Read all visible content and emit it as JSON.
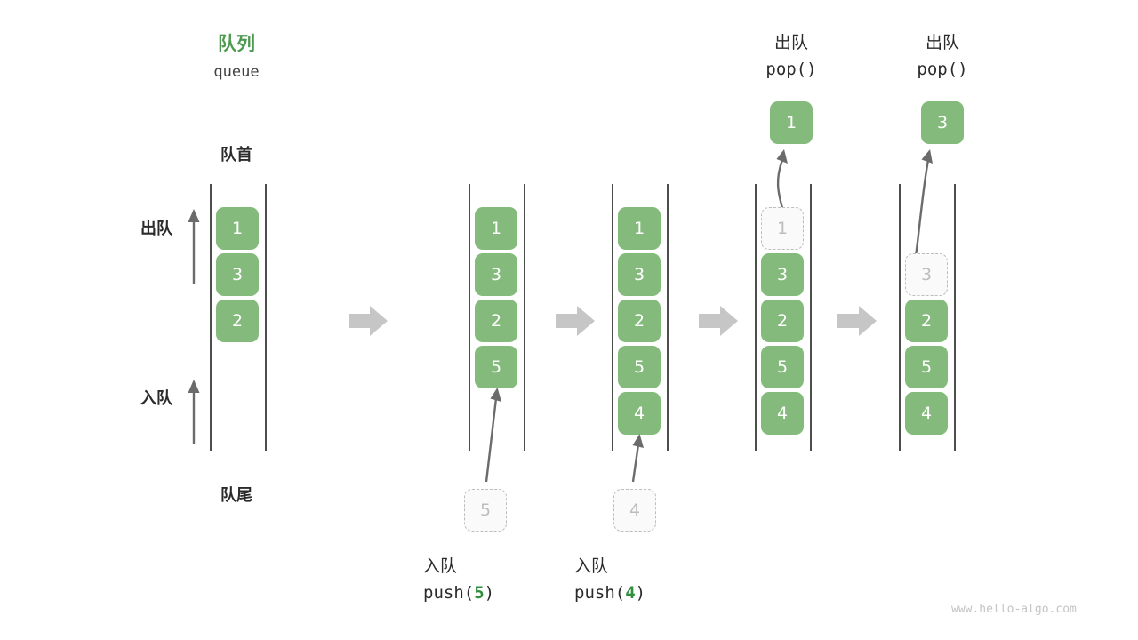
{
  "diagram": {
    "title_cn": "队列",
    "title_en": "queue",
    "front_label": "队首",
    "rear_label": "队尾",
    "dequeue_label": "出队",
    "enqueue_label": "入队",
    "watermark": "www.hello-algo.com",
    "accent_green": "#4e9a51",
    "cell_green": "#84ba7c",
    "ghost_grey": "#bdbdbd",
    "arrow_grey": "#c6c6c6",
    "stroke_dark": "#4d4d4d"
  },
  "stages": [
    {
      "id": "initial",
      "caption_cn": "",
      "caption_code": "",
      "cells": [
        {
          "value": "1",
          "state": "filled"
        },
        {
          "value": "3",
          "state": "filled"
        },
        {
          "value": "2",
          "state": "filled"
        }
      ],
      "incoming": null,
      "outgoing": null
    },
    {
      "id": "push-5",
      "caption_cn": "入队",
      "caption_code_prefix": "push(",
      "caption_code_value": "5",
      "caption_code_suffix": ")",
      "cells": [
        {
          "value": "1",
          "state": "filled"
        },
        {
          "value": "3",
          "state": "filled"
        },
        {
          "value": "2",
          "state": "filled"
        },
        {
          "value": "5",
          "state": "filled"
        }
      ],
      "incoming": {
        "value": "5",
        "state": "ghost"
      },
      "outgoing": null
    },
    {
      "id": "push-4",
      "caption_cn": "入队",
      "caption_code_prefix": "push(",
      "caption_code_value": "4",
      "caption_code_suffix": ")",
      "cells": [
        {
          "value": "1",
          "state": "filled"
        },
        {
          "value": "3",
          "state": "filled"
        },
        {
          "value": "2",
          "state": "filled"
        },
        {
          "value": "5",
          "state": "filled"
        },
        {
          "value": "4",
          "state": "filled"
        }
      ],
      "incoming": {
        "value": "4",
        "state": "ghost"
      },
      "outgoing": null
    },
    {
      "id": "pop-1",
      "caption_cn": "出队",
      "caption_code_prefix": "pop(",
      "caption_code_value": "",
      "caption_code_suffix": ")",
      "cells": [
        {
          "value": "1",
          "state": "ghost"
        },
        {
          "value": "3",
          "state": "filled"
        },
        {
          "value": "2",
          "state": "filled"
        },
        {
          "value": "5",
          "state": "filled"
        },
        {
          "value": "4",
          "state": "filled"
        }
      ],
      "incoming": null,
      "outgoing": {
        "value": "1",
        "state": "filled"
      }
    },
    {
      "id": "pop-3",
      "caption_cn": "出队",
      "caption_code_prefix": "pop(",
      "caption_code_value": "",
      "caption_code_suffix": ")",
      "cells": [
        {
          "value": "3",
          "state": "ghost"
        },
        {
          "value": "2",
          "state": "filled"
        },
        {
          "value": "5",
          "state": "filled"
        },
        {
          "value": "4",
          "state": "filled"
        }
      ],
      "cells_top_offset": 1,
      "incoming": null,
      "outgoing": {
        "value": "3",
        "state": "filled"
      }
    }
  ]
}
